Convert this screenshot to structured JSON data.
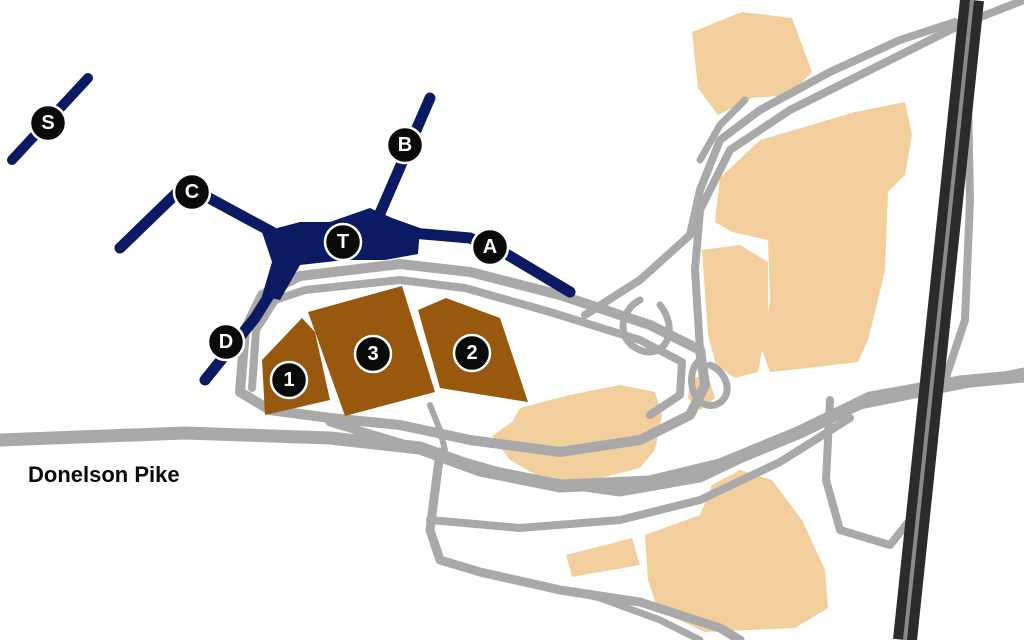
{
  "map": {
    "road_label": "Donelson Pike",
    "colors": {
      "roads": "#a9a9a9",
      "highway": "#2b2b2b",
      "parking_lots": "#f3cf9e",
      "garages": "#98590f",
      "concourses": "#0b1a63",
      "markers": "#0a0a0a"
    },
    "concourse_markers": [
      {
        "id": "S",
        "label": "S"
      },
      {
        "id": "B",
        "label": "B"
      },
      {
        "id": "C",
        "label": "C"
      },
      {
        "id": "T",
        "label": "T"
      },
      {
        "id": "A",
        "label": "A"
      },
      {
        "id": "D",
        "label": "D"
      }
    ],
    "garage_markers": [
      {
        "id": "1",
        "label": "1"
      },
      {
        "id": "3",
        "label": "3"
      },
      {
        "id": "2",
        "label": "2"
      }
    ]
  }
}
